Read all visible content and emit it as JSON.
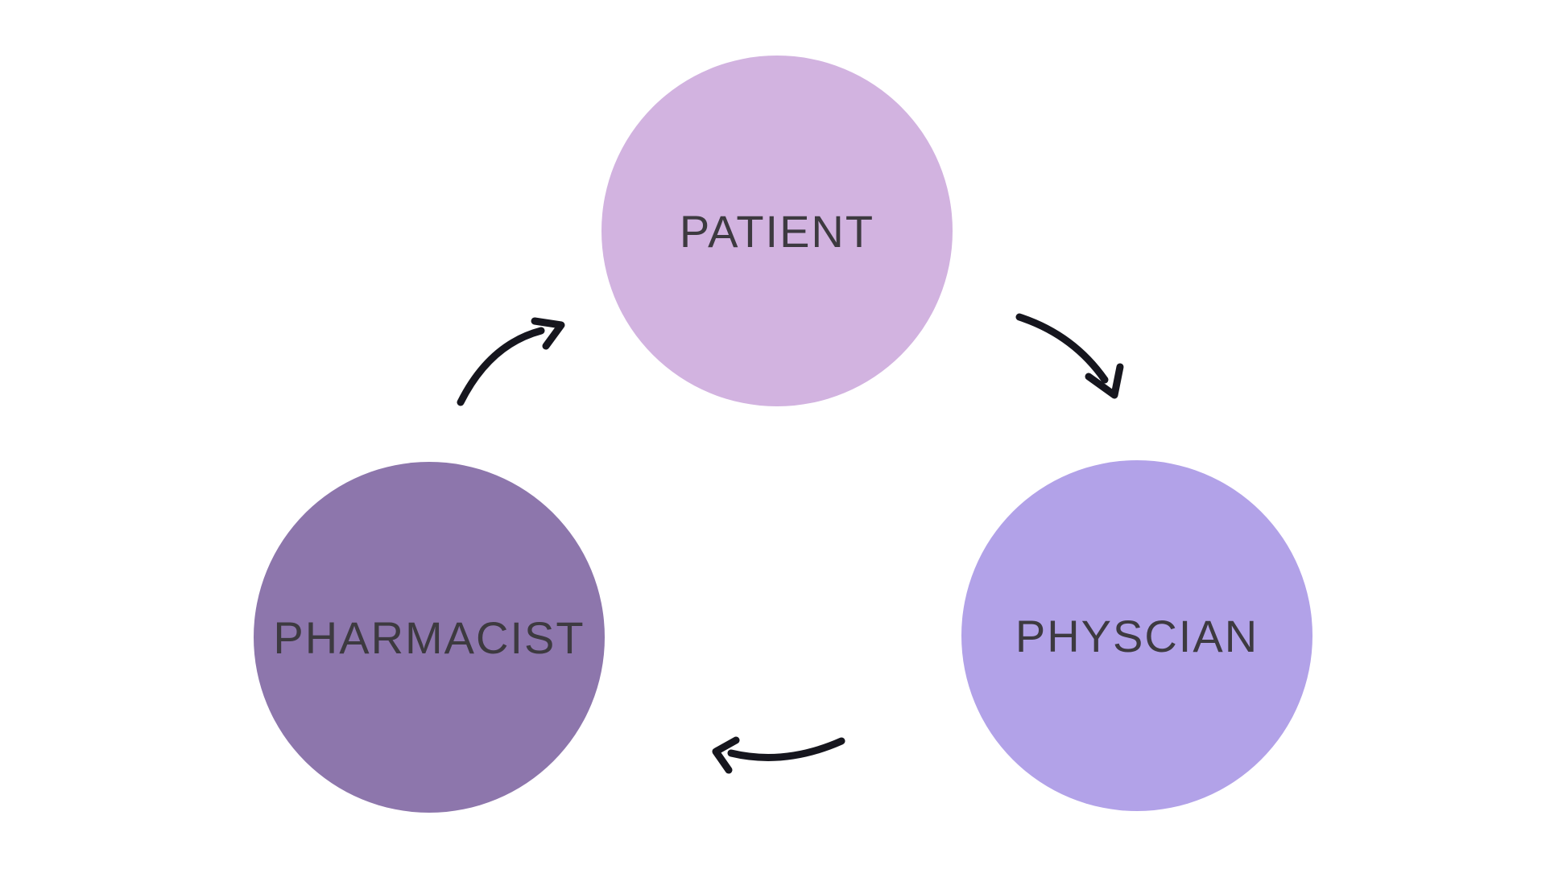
{
  "diagram": {
    "background_color": "#ffffff",
    "text_color": "#3d3a40",
    "arrow_color": "#16161e",
    "nodes": [
      {
        "id": "patient",
        "label": "PATIENT",
        "color": "#d2b3e0",
        "position": "top"
      },
      {
        "id": "physcian",
        "label": "PHYSCIAN",
        "color": "#b2a2e8",
        "position": "bottom-right"
      },
      {
        "id": "pharmacist",
        "label": "PHARMACIST",
        "color": "#8d76ac",
        "position": "bottom-left"
      }
    ],
    "edges": [
      {
        "from": "PATIENT",
        "to": "PHYSCIAN"
      },
      {
        "from": "PHYSCIAN",
        "to": "PHARMACIST"
      },
      {
        "from": "PHARMACIST",
        "to": "PATIENT"
      }
    ]
  }
}
